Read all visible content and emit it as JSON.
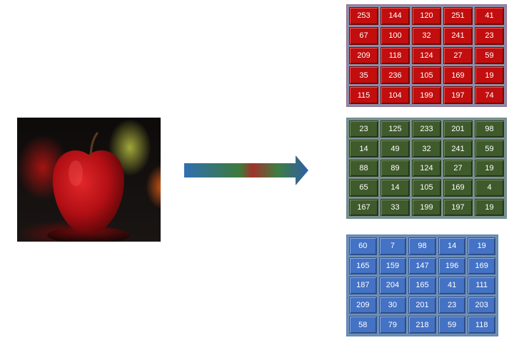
{
  "photo": {
    "subject": "red-apple-photo"
  },
  "arrow": {
    "direction": "right"
  },
  "grids": {
    "red": {
      "color": "#c20e0e",
      "values": [
        253,
        144,
        120,
        251,
        41,
        67,
        100,
        32,
        241,
        23,
        209,
        118,
        124,
        27,
        59,
        35,
        236,
        105,
        169,
        19,
        115,
        104,
        199,
        197,
        74
      ]
    },
    "green": {
      "color": "#3f5a2b",
      "values": [
        23,
        125,
        233,
        201,
        98,
        14,
        49,
        32,
        241,
        59,
        88,
        89,
        124,
        27,
        19,
        65,
        14,
        105,
        169,
        4,
        167,
        33,
        199,
        197,
        19
      ]
    },
    "blue": {
      "color": "#4472c4",
      "values": [
        60,
        7,
        98,
        14,
        19,
        165,
        159,
        147,
        196,
        169,
        187,
        204,
        165,
        41,
        111,
        209,
        30,
        201,
        23,
        203,
        58,
        79,
        218,
        59,
        118
      ]
    }
  }
}
